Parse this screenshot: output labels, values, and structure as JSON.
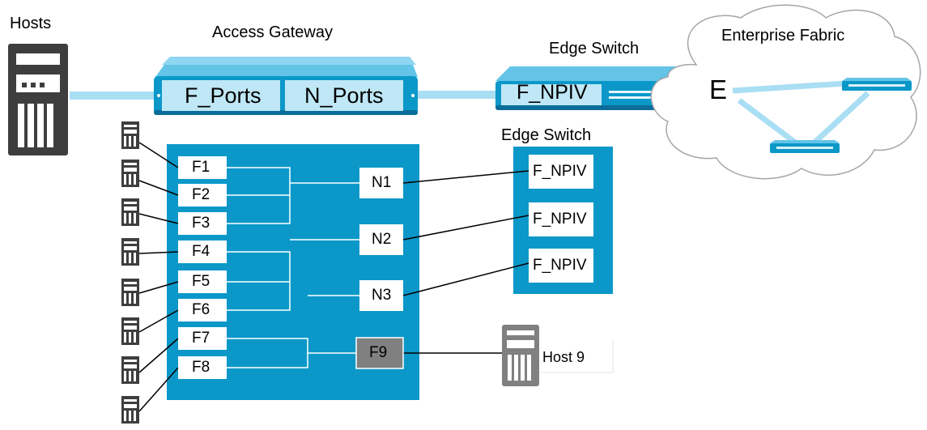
{
  "top": {
    "hosts_label": "Hosts",
    "gateway_label": "Access Gateway",
    "gateway_f_ports": "F_Ports",
    "gateway_n_ports": "N_Ports",
    "edge_label": "Edge Switch",
    "edge_port": "F_NPIV",
    "cloud_label": "Enterprise Fabric",
    "e_port": "E"
  },
  "detail": {
    "f_ports": [
      "F1",
      "F2",
      "F3",
      "F4",
      "F5",
      "F6",
      "F7",
      "F8"
    ],
    "n_ports": [
      "N1",
      "N2",
      "N3"
    ],
    "f9_label": "F9",
    "edge_label": "Edge Switch",
    "edge_ports": [
      "F_NPIV",
      "F_NPIV",
      "F_NPIV"
    ],
    "host9_label": "Host 9"
  },
  "colors": {
    "blue": "#0b98c9",
    "dark_blue": "#0a6d99",
    "link": "#a9def3",
    "gray": "#808080",
    "server": "#3e3e3e"
  }
}
